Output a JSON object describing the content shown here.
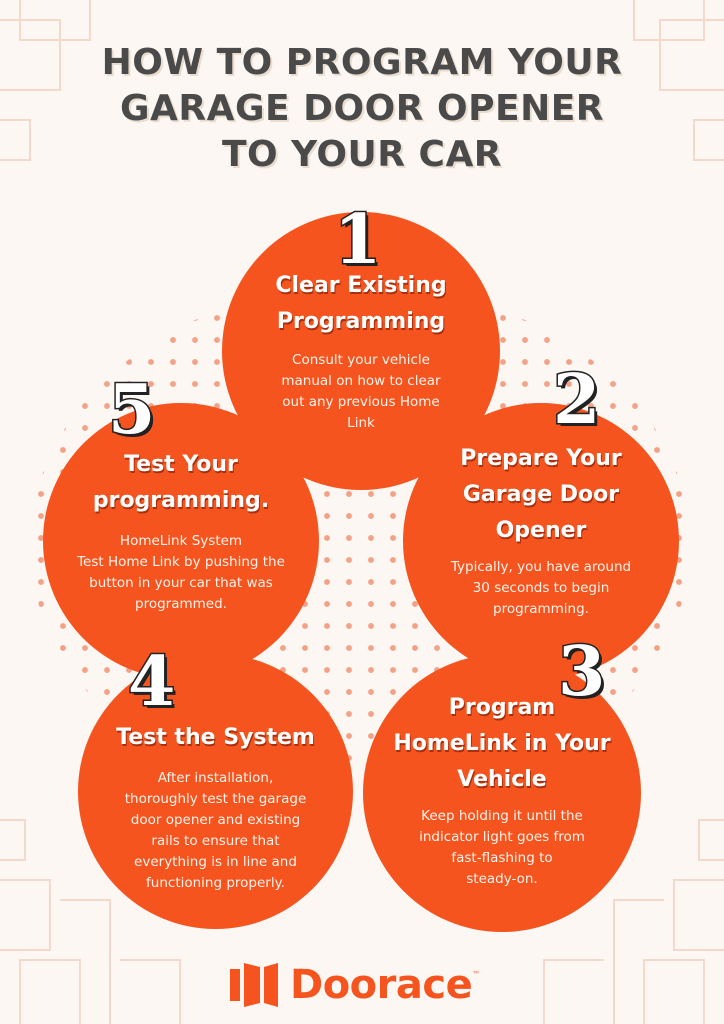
{
  "header": {
    "title_line1": "HOW TO PROGRAM YOUR",
    "title_line2": "GARAGE DOOR OPENER",
    "title_line3": "TO YOUR CAR"
  },
  "steps": [
    {
      "number": "1",
      "title_line1": "Clear Existing",
      "title_line2": "Programming",
      "desc_line1": "Consult your vehicle",
      "desc_line2": "manual on how to clear",
      "desc_line3": "out any previous Home",
      "desc_line4": "Link"
    },
    {
      "number": "2",
      "title_line1": "Prepare Your",
      "title_line2": "Garage Door",
      "title_line3": "Opener",
      "desc_line1": "Typically, you have around",
      "desc_line2": "30 seconds to begin",
      "desc_line3": "programming."
    },
    {
      "number": "3",
      "title_line1": "Program",
      "title_line2": "HomeLink in Your",
      "title_line3": "Vehicle",
      "desc_line1": "Keep holding it until the",
      "desc_line2": "indicator light goes from",
      "desc_line3": "fast-flashing to",
      "desc_line4": "steady-on."
    },
    {
      "number": "4",
      "title_line1": "Test the System",
      "desc_line1": "After installation,",
      "desc_line2": "thoroughly test the garage",
      "desc_line3": "door opener and existing",
      "desc_line4": "rails to ensure that",
      "desc_line5": "everything is in line and",
      "desc_line6": "functioning properly."
    },
    {
      "number": "5",
      "title_line1": "Test Your",
      "title_line2": "programming.",
      "desc_line1": "HomeLink System",
      "desc_line2": "Test Home Link by pushing the",
      "desc_line3": "button in your car that was",
      "desc_line4": "programmed."
    }
  ],
  "brand": {
    "name": "Doorace",
    "trademark": "™",
    "logo_icon": "door-logo-icon"
  },
  "colors": {
    "accent": "#f5541f",
    "title": "#4a4a4a",
    "background": "#fdf7f3",
    "dots": "#f2a286"
  }
}
